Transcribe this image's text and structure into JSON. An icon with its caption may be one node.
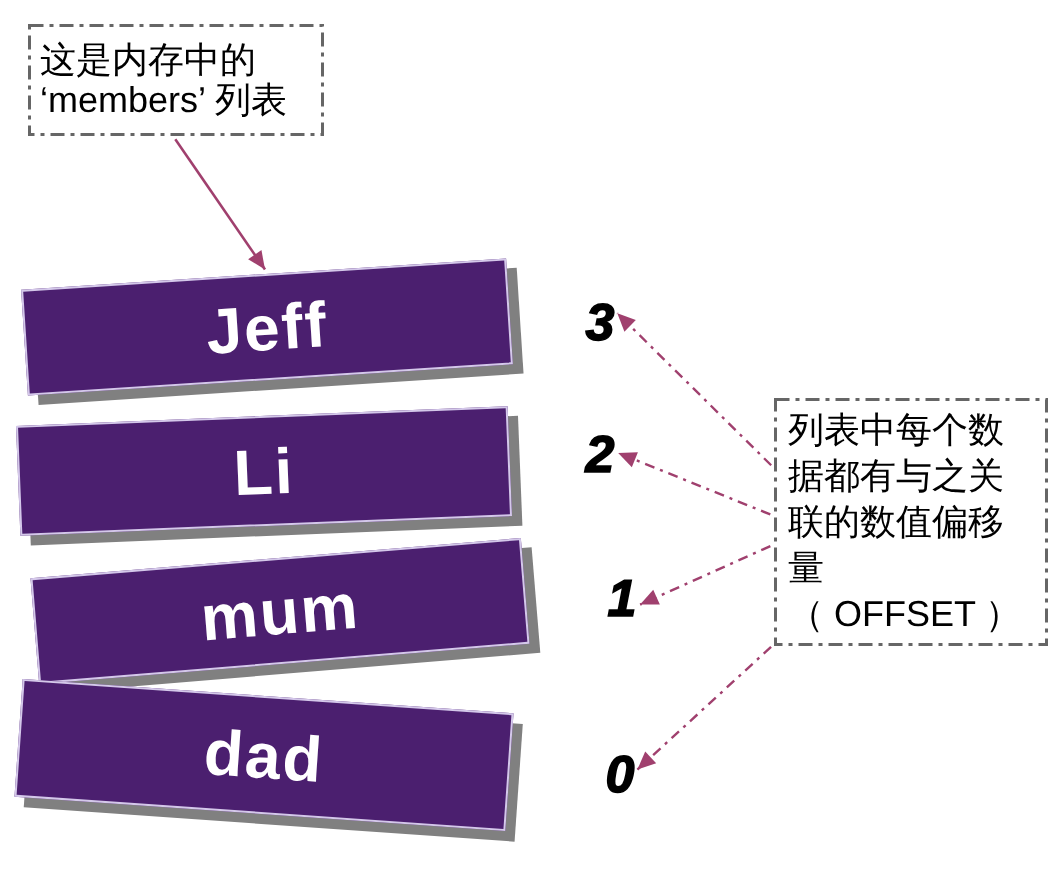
{
  "diagram": {
    "nodes": [
      {
        "text": [
          "这是内存中的 ‘members’ 列表"
        ]
      },
      {
        "text": [
          "Jeff"
        ]
      },
      {
        "text": [
          "Li"
        ]
      },
      {
        "text": [
          "mum"
        ]
      },
      {
        "text": [
          "dad"
        ]
      },
      {
        "text": [
          "3"
        ]
      },
      {
        "text": [
          "2"
        ]
      },
      {
        "text": [
          "1"
        ]
      },
      {
        "text": [
          "0"
        ]
      },
      {
        "text": [
          "列表中每个数据都有与之关联的数值偏移量（ OFFSET ）"
        ]
      }
    ],
    "edges": [
      {
        "from": 0,
        "to": 1,
        "arrow": "to"
      },
      {
        "from": 9,
        "to": 5,
        "arrow": "to",
        "style": "dashed"
      },
      {
        "from": 9,
        "to": 6,
        "arrow": "to",
        "style": "dashed"
      },
      {
        "from": 9,
        "to": 7,
        "arrow": "to",
        "style": "dashed"
      },
      {
        "from": 9,
        "to": 8,
        "arrow": "to",
        "style": "dashed"
      }
    ]
  }
}
